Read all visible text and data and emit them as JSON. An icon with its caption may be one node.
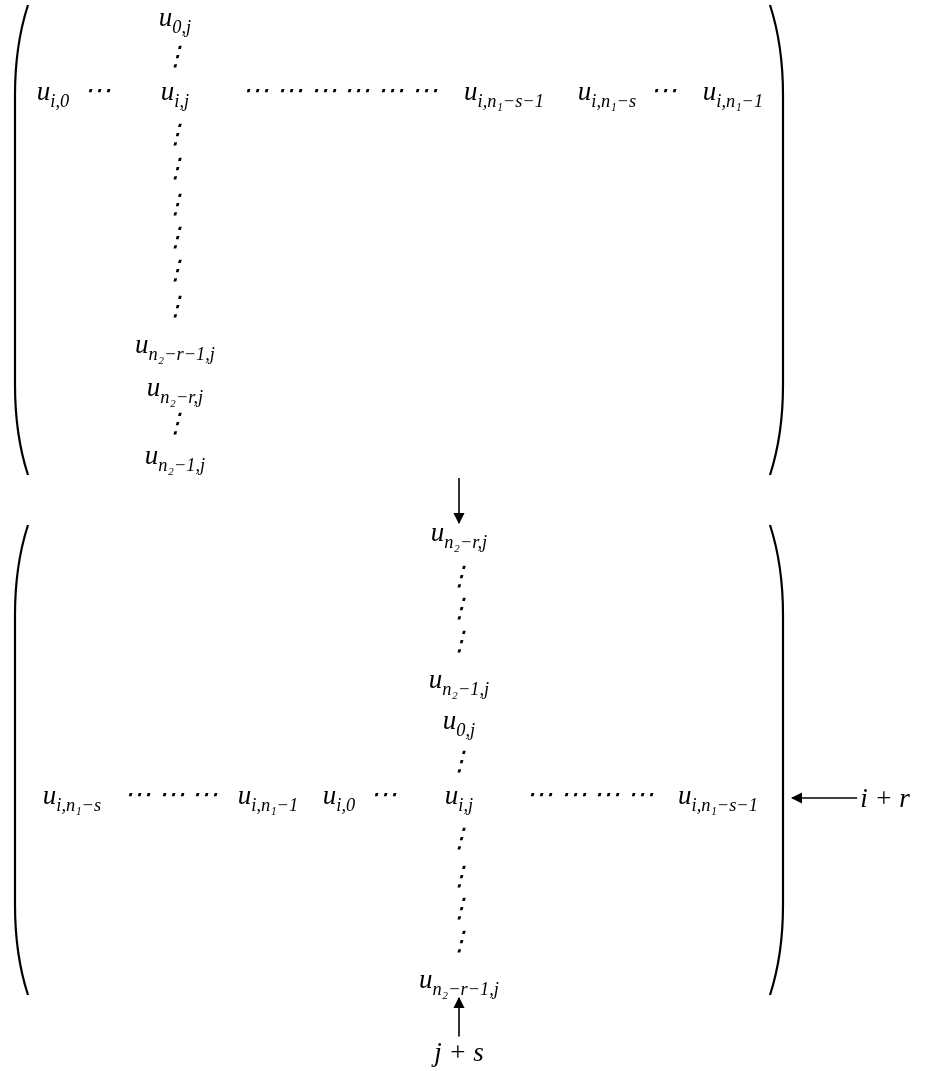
{
  "diagram": {
    "nodes": [
      {
        "text": [
          "u$_{0,j}$",
          "⋮",
          "u$_{i,0}$",
          "⋯",
          "u$_{i,j}$",
          "⋯ ⋯ ⋯ ⋯ ⋯ ⋯",
          "u$_{i,n₁−s−1}$",
          "u$_{i,n₁−s}$",
          "⋯",
          "u$_{i,n₁−1}$",
          "⋮",
          "⋮",
          "⋮",
          "⋮",
          "⋮",
          "⋮",
          "u$_{n₂−r−1,j}$",
          "u$_{n₂−r,j}$",
          "⋮",
          "u$_{n₂−1,j}$"
        ]
      },
      {
        "text": [
          "u$_{n₂−r,j}$",
          "⋮",
          "⋮",
          "⋮",
          "u$_{n₂−1,j}$",
          "u$_{0,j}$",
          "⋮",
          "u$_{i,n₁−s}$",
          "⋯ ⋯ ⋯",
          "u$_{i,n₁−1}$",
          "u$_{i,0}$",
          "⋯",
          "u$_{i,j}$",
          "⋯ ⋯ ⋯ ⋯",
          "u$_{i,n₁−s−1}$",
          "⋮",
          "⋮",
          "⋮",
          "⋮",
          "u$_{n₂−r−1,j}$"
        ]
      },
      {
        "text": [
          "i + r"
        ]
      },
      {
        "text": [
          "j + s"
        ]
      }
    ],
    "edges": [
      {
        "from": 0,
        "to": 1,
        "arrow": "to"
      },
      {
        "from": 2,
        "to": 1,
        "arrow": "to"
      },
      {
        "from": 3,
        "to": 1,
        "arrow": "to"
      }
    ]
  }
}
